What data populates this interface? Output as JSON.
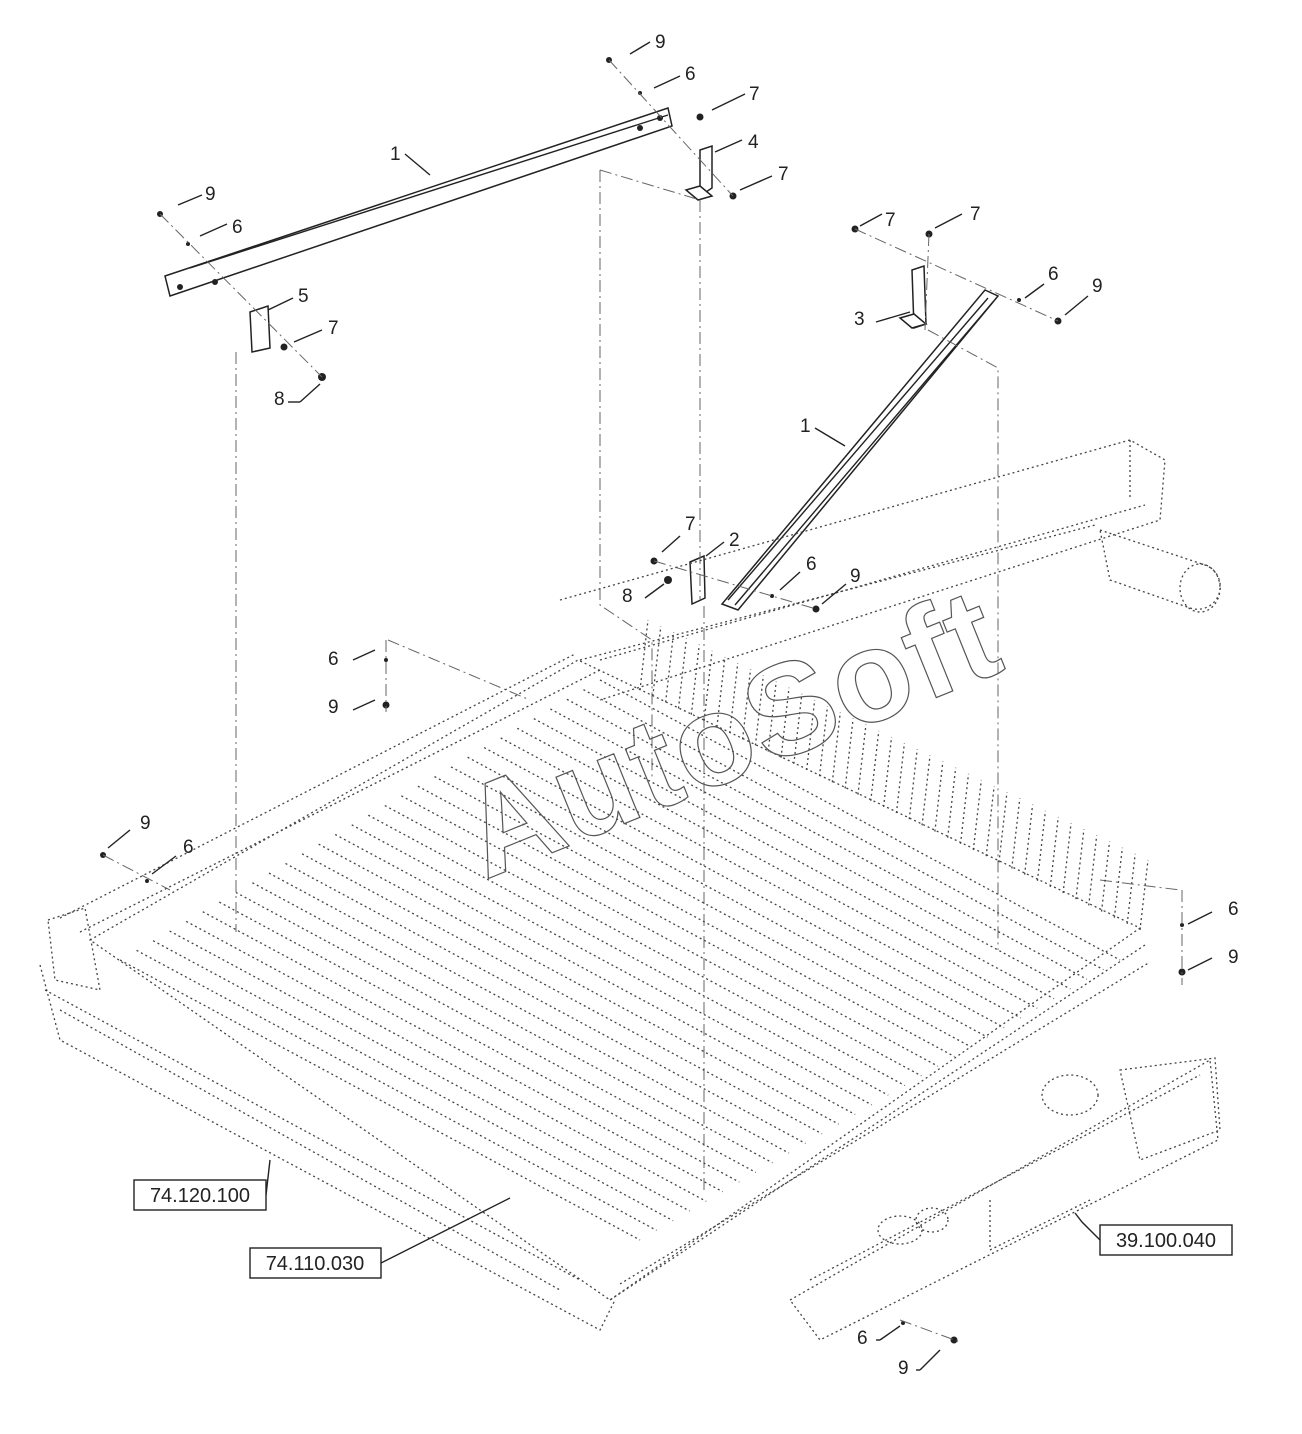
{
  "callouts": {
    "c1": "9",
    "c2": "6",
    "c3": "7",
    "c4": "4",
    "c5": "7",
    "c6": "1",
    "c7": "9",
    "c8": "6",
    "c9": "7",
    "c10": "7",
    "c11": "5",
    "c12": "7",
    "c13": "8",
    "c14": "6",
    "c15": "9",
    "c16": "3",
    "c17": "1",
    "c18": "7",
    "c19": "2",
    "c20": "8",
    "c21": "6",
    "c22": "9",
    "c23": "6",
    "c24": "9",
    "c25": "9",
    "c26": "6",
    "c27": "6",
    "c28": "9",
    "c29": "6",
    "c30": "9"
  },
  "references": {
    "ref_a": "74.120.100",
    "ref_b": "74.110.030",
    "ref_c": "39.100.040"
  },
  "watermark": "AutoSoft"
}
